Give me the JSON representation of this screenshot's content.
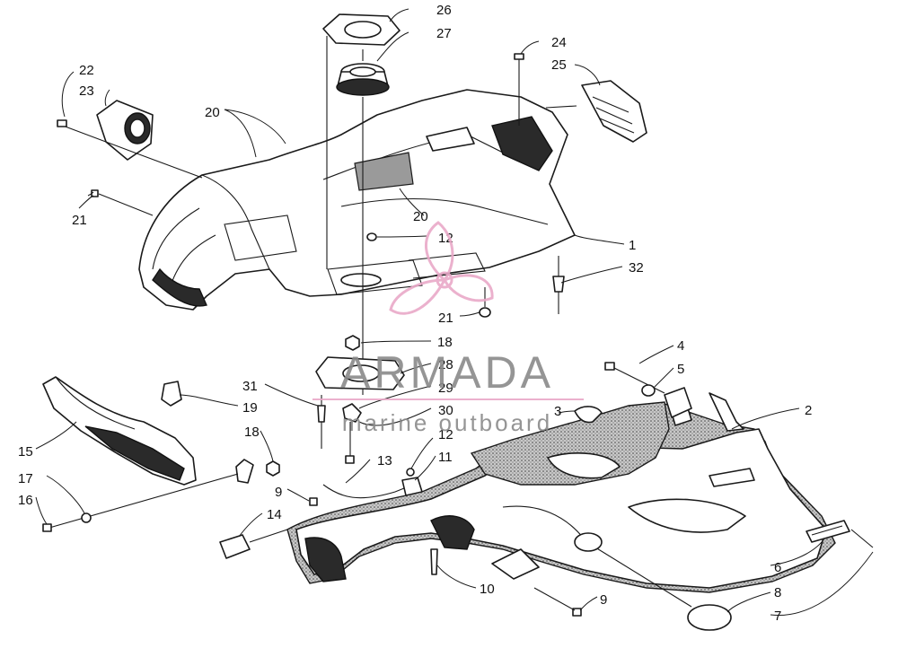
{
  "callouts": [
    "1",
    "2",
    "3",
    "4",
    "5",
    "6",
    "7",
    "8",
    "9",
    "9",
    "10",
    "11",
    "12",
    "12",
    "13",
    "14",
    "15",
    "16",
    "17",
    "18",
    "18",
    "19",
    "20",
    "20",
    "21",
    "21",
    "22",
    "23",
    "24",
    "25",
    "26",
    "27",
    "28",
    "29",
    "30",
    "31",
    "32"
  ],
  "watermark": {
    "brand": "ARMADA",
    "tagline": "marine outboard",
    "color": "#e9a9c8"
  }
}
